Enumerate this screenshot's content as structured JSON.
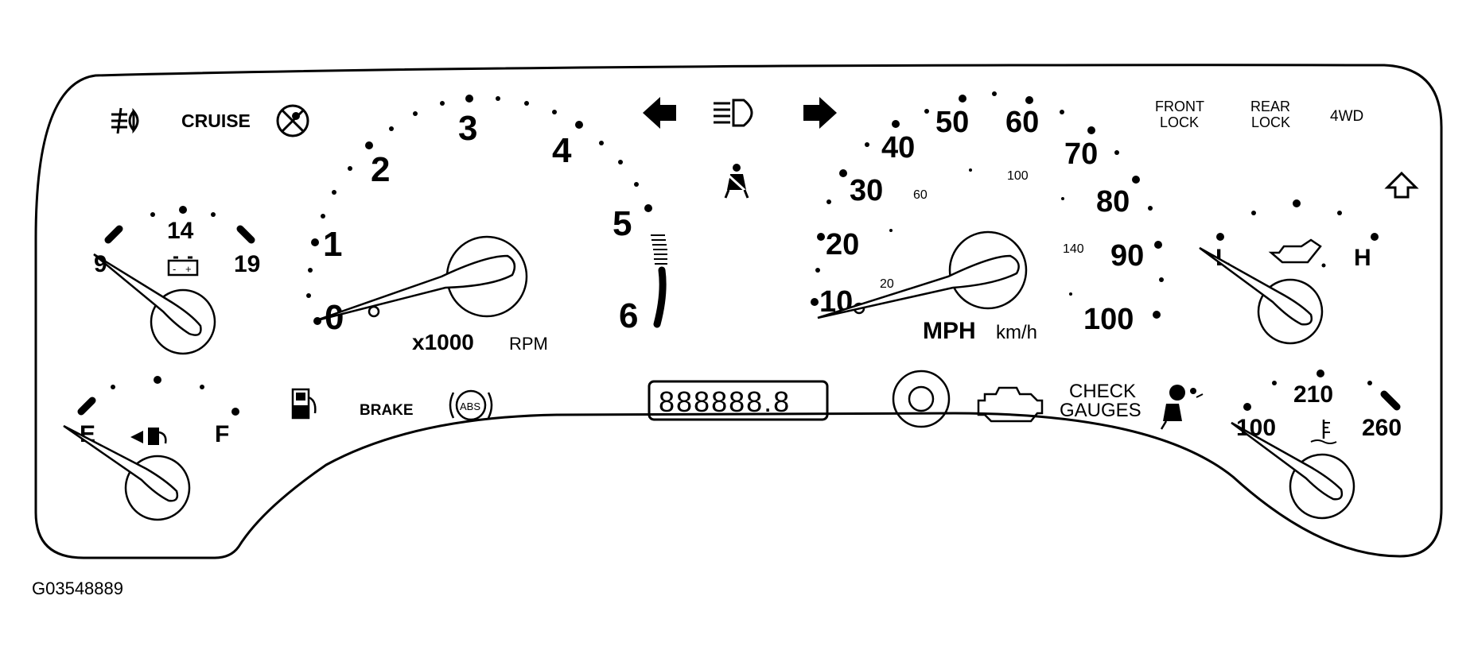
{
  "indicators": {
    "cruise": "CRUISE",
    "front_lock": [
      "FRONT",
      "LOCK"
    ],
    "rear_lock": [
      "REAR",
      "LOCK"
    ],
    "four_wd": "4WD",
    "brake": "BRAKE",
    "abs": "ABS",
    "check_gauges": [
      "CHECK",
      "GAUGES"
    ]
  },
  "voltmeter": {
    "low": "9",
    "mid": "14",
    "high": "19"
  },
  "tachometer": {
    "ticks": [
      "0",
      "1",
      "2",
      "3",
      "4",
      "5",
      "6"
    ],
    "unit_left": "x1000",
    "unit_right": "RPM"
  },
  "speedometer": {
    "mph_ticks": [
      "10",
      "20",
      "30",
      "40",
      "50",
      "60",
      "70",
      "80",
      "90",
      "100"
    ],
    "kmh_ticks": [
      "20",
      "60",
      "100",
      "140"
    ],
    "unit_mph": "MPH",
    "unit_kmh": "km/h"
  },
  "oil_gauge": {
    "low": "L",
    "high": "H"
  },
  "fuel_gauge": {
    "empty": "E",
    "full": "F"
  },
  "temp_gauge": {
    "low": "100",
    "mid": "210",
    "high": "260"
  },
  "odometer": {
    "display": "888888.8"
  },
  "reference_code": "G03548889",
  "icons": [
    "fog-light-icon",
    "cruise-cancel-icon",
    "left-turn-arrow-icon",
    "high-beam-icon",
    "right-turn-arrow-icon",
    "seatbelt-icon",
    "upshift-arrow-icon",
    "battery-icon",
    "oil-can-icon",
    "fuel-pump-icon",
    "low-fuel-icon",
    "abs-icon",
    "security-lamp-icon",
    "check-engine-icon",
    "airbag-icon",
    "coolant-temp-icon"
  ]
}
